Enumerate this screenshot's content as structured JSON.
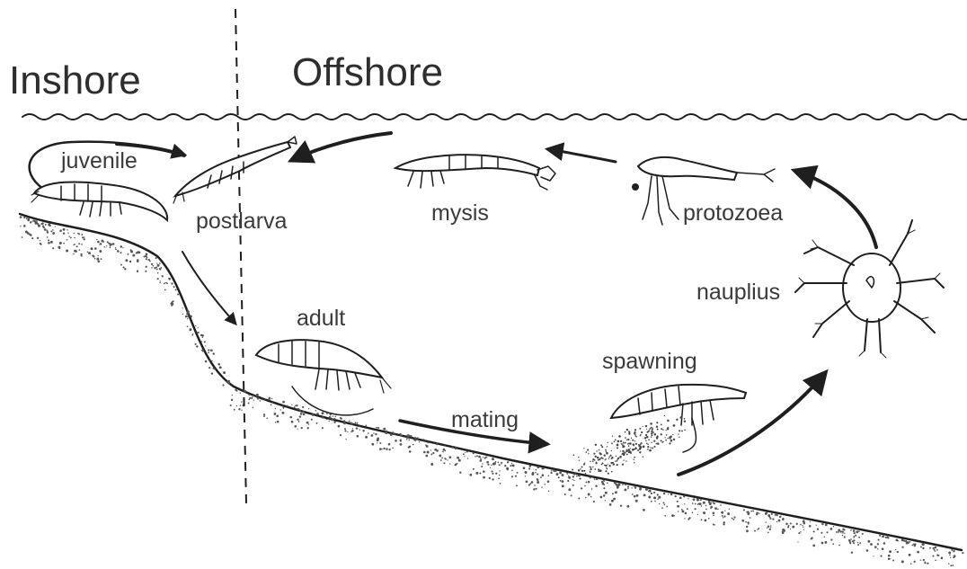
{
  "zones": {
    "inshore": "Inshore",
    "offshore": "Offshore"
  },
  "stages": {
    "juvenile": "juvenile",
    "postlarva": "postlarva",
    "mysis": "mysis",
    "protozoea": "protozoea",
    "nauplius": "nauplius",
    "adult": "adult",
    "spawning": "spawning",
    "mating": "mating"
  },
  "colors": {
    "ink": "#1f1f1f",
    "text": "#3a3a3a",
    "sediment": "#555555",
    "background": "#ffffff"
  },
  "icons": {
    "shrimp": "shrimp-icon",
    "larva": "larva-icon",
    "nauplius": "nauplius-icon",
    "eggs": "egg-cloud-icon"
  }
}
